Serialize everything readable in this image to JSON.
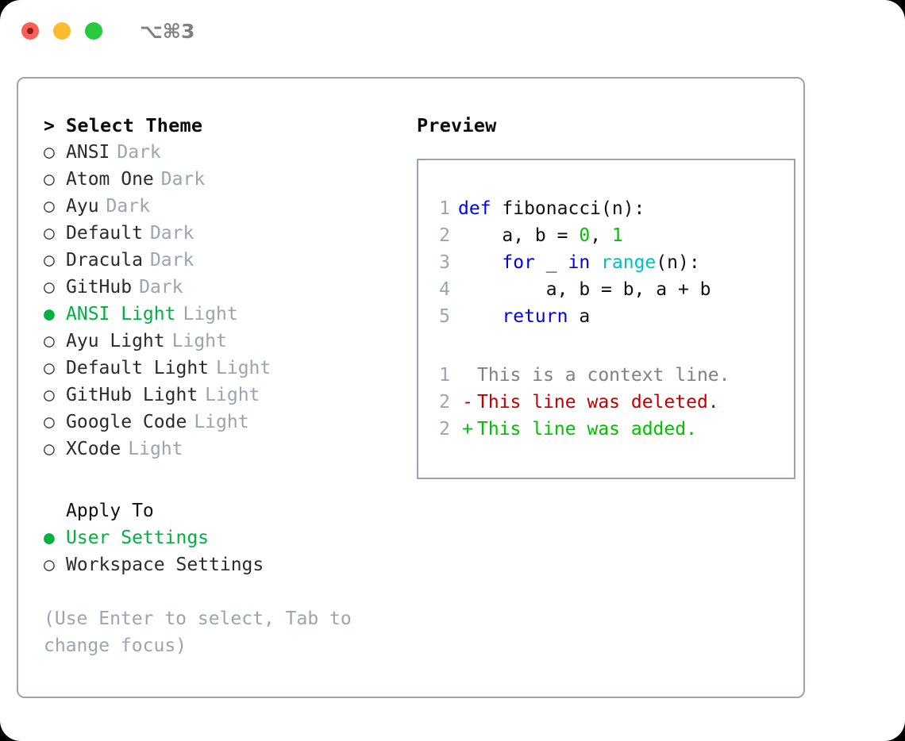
{
  "window": {
    "shortcut": "⌥⌘3",
    "controls": [
      {
        "name": "close",
        "color": "#fc5f57"
      },
      {
        "name": "minimize",
        "color": "#fdbc2e"
      },
      {
        "name": "zoom",
        "color": "#28c83f"
      }
    ]
  },
  "colors": {
    "accent_green": "#00b140",
    "muted": "#9aa5b1",
    "border": "#9aa5b1",
    "keyword": "#0000ee",
    "function": "#00c0c0",
    "number": "#00c000",
    "diff_add": "#00c000",
    "diff_del": "#c00000",
    "diff_ctx": "#808080"
  },
  "theme_panel": {
    "heading_marker": ">",
    "heading": "Select Theme",
    "radio_off": "○",
    "radio_on": "●",
    "items": [
      {
        "marker": "○",
        "name": "ANSI",
        "tag": "Dark",
        "selected": false
      },
      {
        "marker": "○",
        "name": "Atom One",
        "tag": "Dark",
        "selected": false
      },
      {
        "marker": "○",
        "name": "Ayu",
        "tag": "Dark",
        "selected": false
      },
      {
        "marker": "○",
        "name": "Default",
        "tag": "Dark",
        "selected": false
      },
      {
        "marker": "○",
        "name": "Dracula",
        "tag": "Dark",
        "selected": false
      },
      {
        "marker": "○",
        "name": "GitHub",
        "tag": "Dark",
        "selected": false
      },
      {
        "marker": "●",
        "name": "ANSI Light",
        "tag": "Light",
        "selected": true
      },
      {
        "marker": "○",
        "name": "Ayu Light",
        "tag": "Light",
        "selected": false
      },
      {
        "marker": "○",
        "name": "Default Light",
        "tag": "Light",
        "selected": false
      },
      {
        "marker": "○",
        "name": "GitHub Light",
        "tag": "Light",
        "selected": false
      },
      {
        "marker": "○",
        "name": "Google Code",
        "tag": "Light",
        "selected": false
      },
      {
        "marker": "○",
        "name": "XCode",
        "tag": "Light",
        "selected": false
      }
    ]
  },
  "apply_to": {
    "label": "Apply To",
    "options": [
      {
        "marker": "●",
        "name": "User Settings",
        "selected": true
      },
      {
        "marker": "○",
        "name": "Workspace Settings",
        "selected": false
      }
    ]
  },
  "hint": "(Use Enter to select, Tab to change focus)",
  "preview": {
    "title": "Preview",
    "code": [
      {
        "lineno": "1",
        "tokens": [
          {
            "t": "def",
            "c": "kw"
          },
          {
            "t": " fibonacci(n):",
            "c": "plain"
          }
        ]
      },
      {
        "lineno": "2",
        "tokens": [
          {
            "t": "    a, b = ",
            "c": "plain"
          },
          {
            "t": "0",
            "c": "num"
          },
          {
            "t": ", ",
            "c": "plain"
          },
          {
            "t": "1",
            "c": "num"
          }
        ]
      },
      {
        "lineno": "3",
        "tokens": [
          {
            "t": "    ",
            "c": "plain"
          },
          {
            "t": "for",
            "c": "kw"
          },
          {
            "t": " _ ",
            "c": "plain"
          },
          {
            "t": "in",
            "c": "kw"
          },
          {
            "t": " ",
            "c": "plain"
          },
          {
            "t": "range",
            "c": "fn"
          },
          {
            "t": "(n):",
            "c": "plain"
          }
        ]
      },
      {
        "lineno": "4",
        "tokens": [
          {
            "t": "        a, b = b, a + b",
            "c": "plain"
          }
        ]
      },
      {
        "lineno": "5",
        "tokens": [
          {
            "t": "    ",
            "c": "plain"
          },
          {
            "t": "return",
            "c": "kw"
          },
          {
            "t": " a",
            "c": "plain"
          }
        ]
      }
    ],
    "diff": [
      {
        "lineno": "1",
        "mark": " ",
        "text": "This is a context line.",
        "kind": "ctx"
      },
      {
        "lineno": "2",
        "mark": "-",
        "text": "This line was deleted.",
        "kind": "del"
      },
      {
        "lineno": "2",
        "mark": "+",
        "text": "This line was added.",
        "kind": "add"
      }
    ]
  }
}
